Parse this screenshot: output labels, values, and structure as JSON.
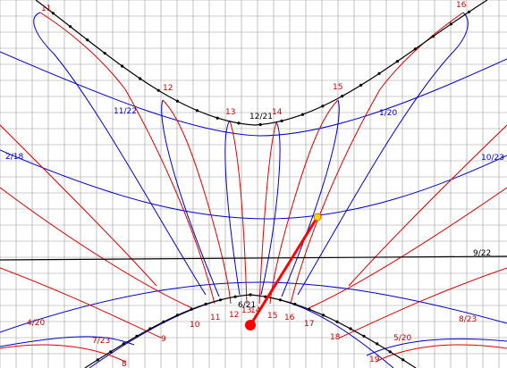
{
  "diagram": {
    "colors": {
      "background": "#ffffff",
      "grid": "#9a9a9a",
      "hour_lines": "#dd0000",
      "date_lines": "#0000cc",
      "solstice_curves": "#000000",
      "gnomon": "#ff0000",
      "sun_marker": "#ffd400"
    },
    "hour_labels_top": [
      "11",
      "12",
      "13",
      "14",
      "15",
      "16"
    ],
    "hour_labels_bottom": [
      "8",
      "9",
      "10",
      "11",
      "12",
      "13",
      "14",
      "15",
      "16",
      "17",
      "18",
      "19"
    ],
    "date_labels": [
      "12/21",
      "11/22",
      "1/20",
      "2/18",
      "10/23",
      "9/22",
      "6/21",
      "4/20",
      "7/23",
      "8/23",
      "5/20"
    ],
    "sun_marker": {
      "present": true,
      "style": "yellow dot with orange outline"
    },
    "gnomon_base": {
      "present": true,
      "style": "large red dot"
    }
  }
}
